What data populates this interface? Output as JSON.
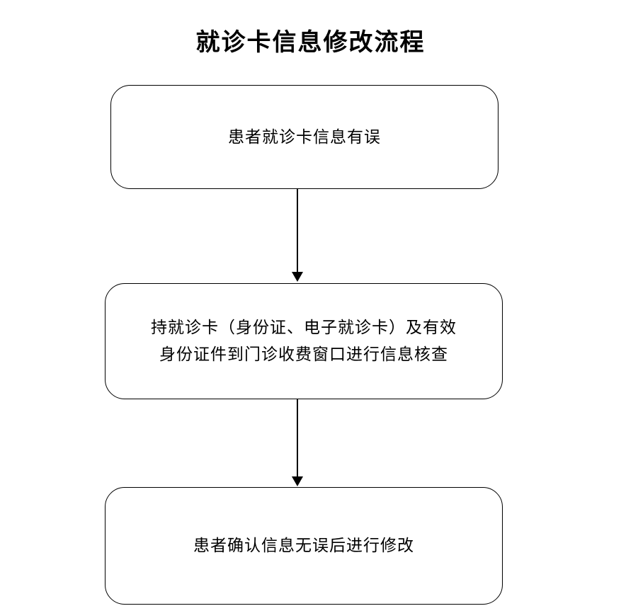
{
  "title": "就诊卡信息修改流程",
  "flowchart": {
    "type": "flowchart",
    "direction": "top-down",
    "nodes": [
      {
        "id": "start",
        "lines": [
          "患者就诊卡信息有误"
        ]
      },
      {
        "id": "verify",
        "lines": [
          "持就诊卡（身份证、电子就诊卡）及有效",
          "身份证件到门诊收费窗口进行信息核查"
        ]
      },
      {
        "id": "modify",
        "lines": [
          "患者确认信息无误后进行修改"
        ]
      }
    ],
    "edges": [
      {
        "from": "start",
        "to": "verify",
        "style": "arrow-down"
      },
      {
        "from": "verify",
        "to": "modify",
        "style": "arrow-down"
      }
    ],
    "colors": {
      "background": "#ffffff",
      "border": "#000000",
      "text": "#000000"
    }
  }
}
